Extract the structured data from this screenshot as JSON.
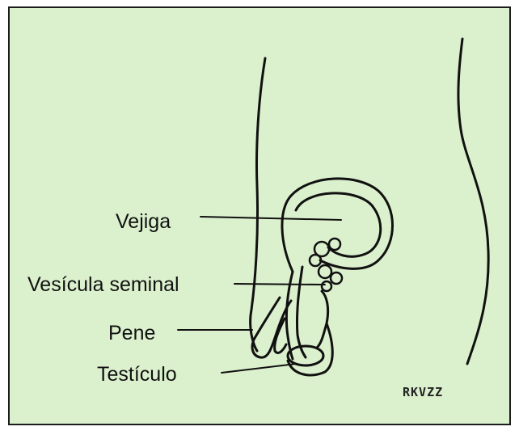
{
  "colors": {
    "background": "#dbf1cd",
    "border": "#1c1c1c",
    "ink": "#111111"
  },
  "labels": {
    "bladder": "Vejiga",
    "seminal_vesicle": "Vesícula seminal",
    "penis": "Pene",
    "testicle": "Testículo"
  },
  "signature": "RKVZZ"
}
